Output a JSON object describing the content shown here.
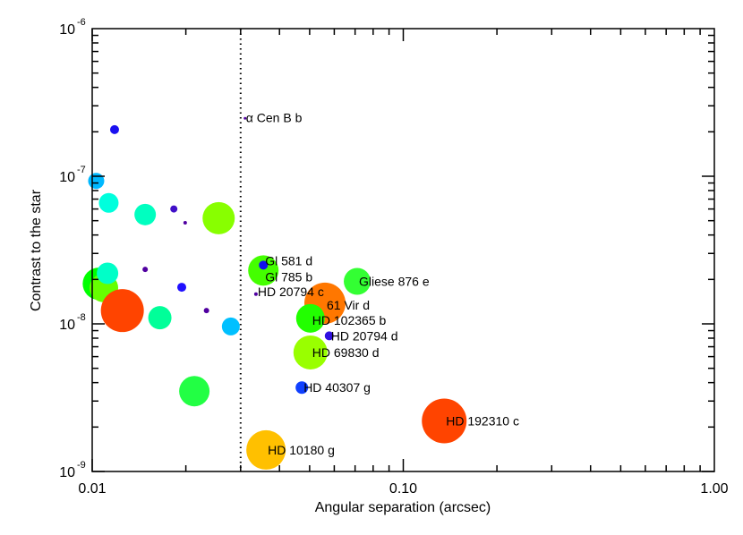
{
  "chart_data": {
    "type": "scatter",
    "title": "",
    "xlabel": "Angular separation (arcsec)",
    "ylabel": "Contrast to the star",
    "x_scale": "log",
    "y_scale": "log",
    "xlim": [
      0.01,
      1.0
    ],
    "ylim": [
      1e-09,
      1e-06
    ],
    "grid": false,
    "x_ticks": [
      {
        "value": 0.01,
        "label": "0.01"
      },
      {
        "value": 0.1,
        "label": "0.10"
      },
      {
        "value": 1.0,
        "label": "1.00"
      }
    ],
    "y_ticks": [
      {
        "value": 1e-09,
        "base": "10",
        "exp": "-9"
      },
      {
        "value": 1e-08,
        "base": "10",
        "exp": "-8"
      },
      {
        "value": 1e-07,
        "base": "10",
        "exp": "-7"
      },
      {
        "value": 1e-06,
        "base": "10",
        "exp": "-6"
      }
    ],
    "reference_line": {
      "x": 0.03,
      "style": "dotted",
      "label": "α Cen B b",
      "label_y": 2.5e-07
    },
    "points": [
      {
        "x": 0.0118,
        "y": 2.07e-07,
        "size": 5,
        "color": "#1a10f0",
        "label": ""
      },
      {
        "x": 0.0103,
        "y": 9.3e-08,
        "size": 9,
        "color": "#00b8ff",
        "label": ""
      },
      {
        "x": 0.0113,
        "y": 6.6e-08,
        "size": 11,
        "color": "#00ffdd",
        "label": ""
      },
      {
        "x": 0.0148,
        "y": 5.5e-08,
        "size": 12,
        "color": "#00ffc0",
        "label": ""
      },
      {
        "x": 0.0183,
        "y": 6e-08,
        "size": 4,
        "color": "#4010c8",
        "label": ""
      },
      {
        "x": 0.0199,
        "y": 4.84e-08,
        "size": 2,
        "color": "#5000a0",
        "label": ""
      },
      {
        "x": 0.0255,
        "y": 5.2e-08,
        "size": 18,
        "color": "#88ff00",
        "label": ""
      },
      {
        "x": 0.0105,
        "y": 1.87e-08,
        "size": 18,
        "color": "#00ff00",
        "label": ""
      },
      {
        "x": 0.0109,
        "y": 1.75e-08,
        "size": 16,
        "color": "#66ff00",
        "label": ""
      },
      {
        "x": 0.0112,
        "y": 2.2e-08,
        "size": 12,
        "color": "#00ffc8",
        "label": ""
      },
      {
        "x": 0.0148,
        "y": 2.34e-08,
        "size": 3,
        "color": "#5000a0",
        "label": ""
      },
      {
        "x": 0.0194,
        "y": 1.77e-08,
        "size": 5,
        "color": "#2010ff",
        "label": ""
      },
      {
        "x": 0.0233,
        "y": 1.23e-08,
        "size": 3,
        "color": "#5000a0",
        "label": ""
      },
      {
        "x": 0.0125,
        "y": 1.23e-08,
        "size": 24,
        "color": "#ff4400",
        "label": ""
      },
      {
        "x": 0.0165,
        "y": 1.1e-08,
        "size": 13,
        "color": "#00ff99",
        "label": ""
      },
      {
        "x": 0.0279,
        "y": 9.6e-09,
        "size": 10,
        "color": "#00c0ff",
        "label": ""
      },
      {
        "x": 0.0213,
        "y": 3.5e-09,
        "size": 17,
        "color": "#22ff44",
        "label": ""
      },
      {
        "x": 0.031,
        "y": 2.47e-07,
        "size": 1.5,
        "color": "#5000a0",
        "label": ""
      },
      {
        "x": 0.0355,
        "y": 2.3e-08,
        "size": 17,
        "color": "#44ff00",
        "label": "Gl 785 b"
      },
      {
        "x": 0.0355,
        "y": 2.5e-08,
        "size": 5,
        "color": "#1010f0",
        "label": "Gl 581 d"
      },
      {
        "x": 0.0336,
        "y": 1.59e-08,
        "size": 2,
        "color": "#5000a0",
        "label": "HD 20794 c"
      },
      {
        "x": 0.0711,
        "y": 1.94e-08,
        "size": 15,
        "color": "#33ff33",
        "label": "Gliese 876 e"
      },
      {
        "x": 0.056,
        "y": 1.38e-08,
        "size": 23,
        "color": "#ff7700",
        "label": "61 Vir d"
      },
      {
        "x": 0.0503,
        "y": 1.09e-08,
        "size": 16,
        "color": "#22ff00",
        "label": "HD 102365 b"
      },
      {
        "x": 0.0578,
        "y": 8.3e-09,
        "size": 5,
        "color": "#3010e0",
        "label": "HD 20794 d"
      },
      {
        "x": 0.0503,
        "y": 6.4e-09,
        "size": 19,
        "color": "#99ff00",
        "label": "HD 69830 d"
      },
      {
        "x": 0.0472,
        "y": 3.7e-09,
        "size": 7,
        "color": "#1040ff",
        "label": "HD 40307 g"
      },
      {
        "x": 0.1354,
        "y": 2.2e-09,
        "size": 25,
        "color": "#ff4400",
        "label": "HD 192310 c"
      },
      {
        "x": 0.0362,
        "y": 1.4e-09,
        "size": 22,
        "color": "#ffc000",
        "label": "HD 10180 g"
      }
    ]
  }
}
